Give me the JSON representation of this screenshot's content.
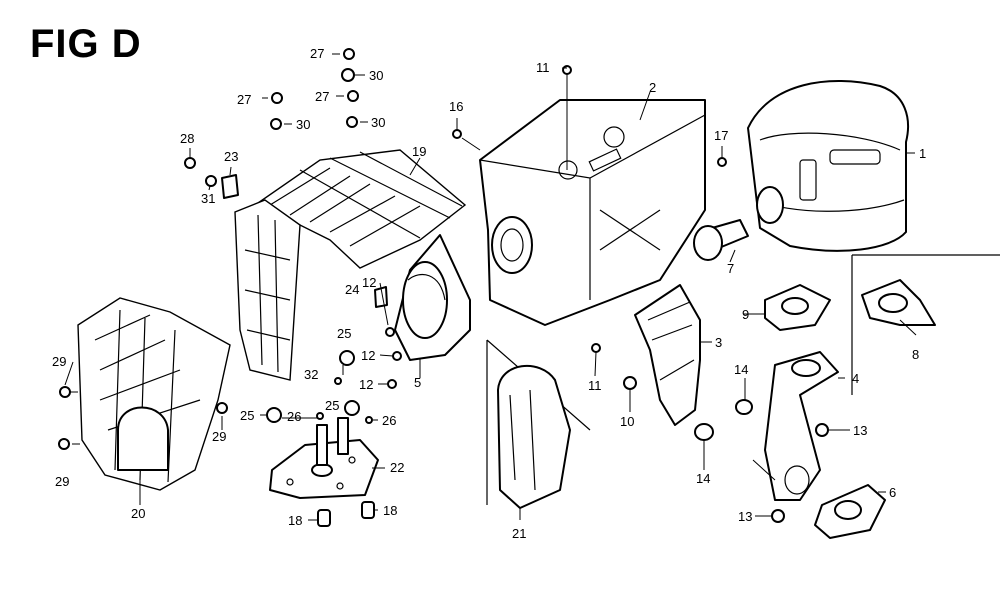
{
  "title": "FIG D",
  "callouts": [
    {
      "id": "c1",
      "text": "1"
    },
    {
      "id": "c2",
      "text": "2"
    },
    {
      "id": "c3",
      "text": "3"
    },
    {
      "id": "c4",
      "text": "4"
    },
    {
      "id": "c5",
      "text": "5"
    },
    {
      "id": "c6",
      "text": "6"
    },
    {
      "id": "c7",
      "text": "7"
    },
    {
      "id": "c8",
      "text": "8"
    },
    {
      "id": "c9",
      "text": "9"
    },
    {
      "id": "c10",
      "text": "10"
    },
    {
      "id": "c11a",
      "text": "11"
    },
    {
      "id": "c11b",
      "text": "11"
    },
    {
      "id": "c12a",
      "text": "12"
    },
    {
      "id": "c12b",
      "text": "12"
    },
    {
      "id": "c12c",
      "text": "12"
    },
    {
      "id": "c13a",
      "text": "13"
    },
    {
      "id": "c13b",
      "text": "13"
    },
    {
      "id": "c14a",
      "text": "14"
    },
    {
      "id": "c14b",
      "text": "14"
    },
    {
      "id": "c16",
      "text": "16"
    },
    {
      "id": "c17",
      "text": "17"
    },
    {
      "id": "c18a",
      "text": "18"
    },
    {
      "id": "c18b",
      "text": "18"
    },
    {
      "id": "c19",
      "text": "19"
    },
    {
      "id": "c20",
      "text": "20"
    },
    {
      "id": "c21",
      "text": "21"
    },
    {
      "id": "c22",
      "text": "22"
    },
    {
      "id": "c23",
      "text": "23"
    },
    {
      "id": "c24",
      "text": "24"
    },
    {
      "id": "c25a",
      "text": "25"
    },
    {
      "id": "c25b",
      "text": "25"
    },
    {
      "id": "c25c",
      "text": "25"
    },
    {
      "id": "c26a",
      "text": "26"
    },
    {
      "id": "c26b",
      "text": "26"
    },
    {
      "id": "c27a",
      "text": "27"
    },
    {
      "id": "c27b",
      "text": "27"
    },
    {
      "id": "c27c",
      "text": "27"
    },
    {
      "id": "c28",
      "text": "28"
    },
    {
      "id": "c29a",
      "text": "29"
    },
    {
      "id": "c29b",
      "text": "29"
    },
    {
      "id": "c29c",
      "text": "29"
    },
    {
      "id": "c30a",
      "text": "30"
    },
    {
      "id": "c30b",
      "text": "30"
    },
    {
      "id": "c30c",
      "text": "30"
    },
    {
      "id": "c31",
      "text": "31"
    },
    {
      "id": "c32",
      "text": "32"
    }
  ]
}
